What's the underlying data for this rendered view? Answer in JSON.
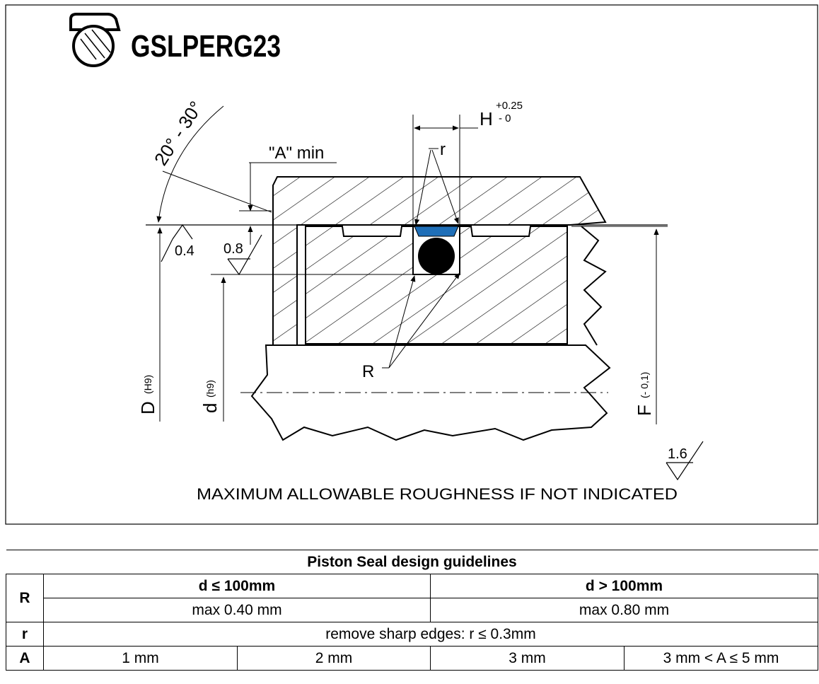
{
  "logo": {
    "text": "GSLPERG23",
    "color": "#72a844"
  },
  "drawing": {
    "angle_label": "20° - 30°",
    "a_min_label": "\"A\" min",
    "h_label": "H",
    "h_tol_upper": "+0.25",
    "h_tol_lower": "- 0",
    "r_small_label": "r",
    "r_large_label": "R",
    "roughness_0_4": "0.4",
    "roughness_0_8": "0.8",
    "roughness_1_6": "1.6",
    "d_big_label": "D",
    "d_big_tol": "(H9)",
    "d_small_label": "d",
    "d_small_tol": "(h9)",
    "f_label": "F",
    "f_tol": "(- 0,1)",
    "note": "MAXIMUM ALLOWABLE ROUGHNESS IF NOT INDICATED",
    "seal_color": "#1f6fb8"
  },
  "table": {
    "title": "Piston Seal design guidelines",
    "row_r_label": "R",
    "col_small": "d ≤ 100mm",
    "col_large": "d > 100mm",
    "r_small_value": "max 0.40 mm",
    "r_large_value": "max 0.80 mm",
    "row_r2_label": "r",
    "r2_value": "remove sharp edges: r  ≤ 0.3mm",
    "row_a_label": "A",
    "a_values": [
      "1 mm",
      "2 mm",
      "3 mm",
      "3 mm < A ≤ 5 mm"
    ]
  }
}
